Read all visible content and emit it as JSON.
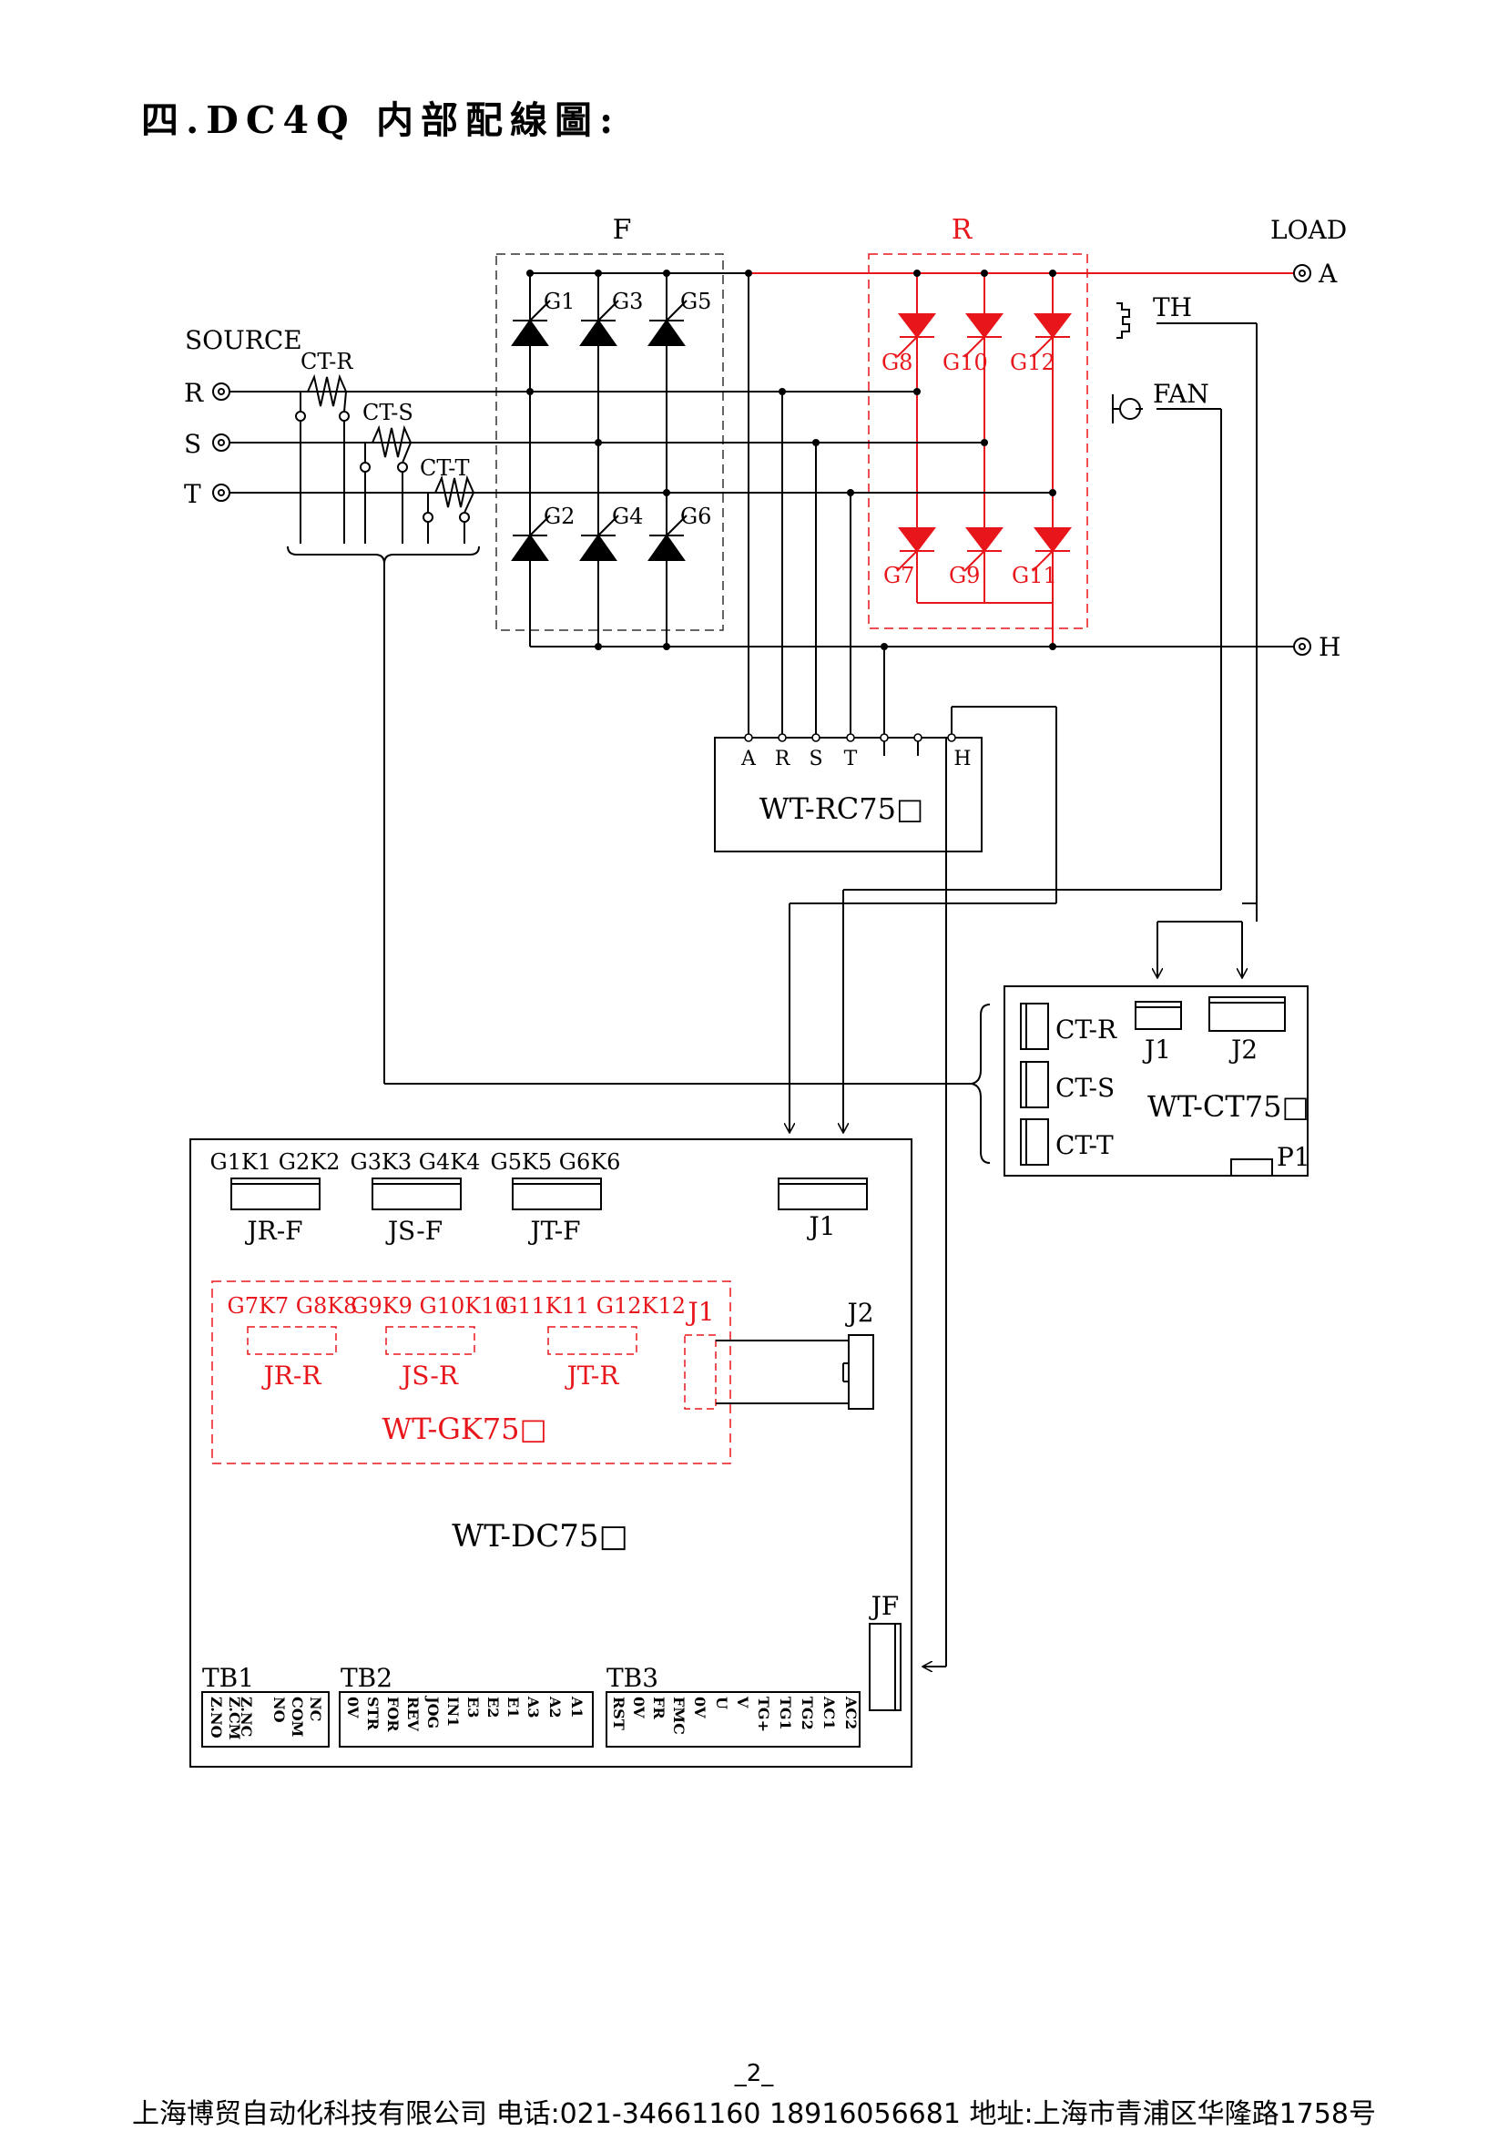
{
  "header": {
    "title": "四.DC4Q 内部配線圖:"
  },
  "labels": {
    "F": "F",
    "R": "R",
    "LOAD": "LOAD",
    "A": "A",
    "H": "H",
    "SOURCE": "SOURCE",
    "phase_R": "R",
    "phase_S": "S",
    "phase_T": "T",
    "ct_r": "CT-R",
    "ct_s": "CT-S",
    "ct_t": "CT-T",
    "TH": "TH",
    "FAN": "FAN",
    "f_top": [
      "G1",
      "G3",
      "G5"
    ],
    "f_bot": [
      "G2",
      "G4",
      "G6"
    ],
    "r_top": [
      "G8",
      "G10",
      "G12"
    ],
    "r_bot": [
      "G7",
      "G9",
      "G11"
    ]
  },
  "rc_board": {
    "terminals": [
      "A",
      "R",
      "S",
      "T",
      "H"
    ],
    "name": "WT-RC75□"
  },
  "ct_board": {
    "slots": [
      "CT-R",
      "CT-S",
      "CT-T"
    ],
    "j1": "J1",
    "j2": "J2",
    "name": "WT-CT75□",
    "p1": "P1"
  },
  "dc_board": {
    "name": "WT-DC75□",
    "f_groups": [
      {
        "pins": "G1K1 G2K2",
        "label": "JR-F"
      },
      {
        "pins": "G3K3 G4K4",
        "label": "JS-F"
      },
      {
        "pins": "G5K5 G6K6",
        "label": "JT-F"
      }
    ],
    "j1": "J1",
    "j2": "J2",
    "jf": "JF",
    "gk_name": "WT-GK75□",
    "gk_j1": "J1",
    "r_groups": [
      {
        "pins": "G7K7 G8K8",
        "label": "JR-R"
      },
      {
        "pins": "G9K9 G10K10",
        "label": "JS-R"
      },
      {
        "pins": "G11K11 G12K12",
        "label": "JT-R"
      }
    ],
    "tb1": {
      "name": "TB1",
      "pins": [
        "Z.NO",
        "Z.CM",
        "Z.NC",
        "NO",
        "COM",
        "NC"
      ]
    },
    "tb2": {
      "name": "TB2",
      "pins": [
        "0V",
        "STR",
        "FOR",
        "REV",
        "JOG",
        "IN1",
        "E3",
        "E2",
        "E1",
        "A3",
        "A2",
        "A1"
      ]
    },
    "tb3": {
      "name": "TB3",
      "pins": [
        "RST",
        "0V",
        "FR",
        "FMC",
        "0V",
        "U",
        "V",
        "TG+",
        "TG1",
        "TG2",
        "AC1",
        "AC2"
      ]
    }
  },
  "footer": {
    "page": "_2_",
    "company": "上海博贸自动化科技有限公司 电话:021-34661160 18916056681   地址:上海市青浦区华隆路1758号"
  },
  "colors": {
    "ink": "#000000",
    "red": "#e8161b"
  }
}
